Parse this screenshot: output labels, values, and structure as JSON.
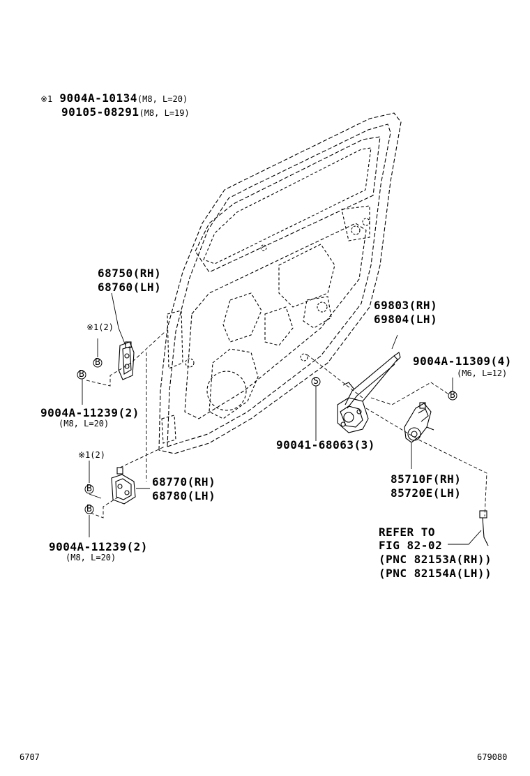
{
  "bolt_note": {
    "mark": "※1",
    "line1_part": "9004A-10134",
    "line1_spec": "(M8, L=20)",
    "line2_part": "90105-08291",
    "line2_spec": "(M8, L=19)"
  },
  "upper_hinge": {
    "rh": "68750(RH)",
    "lh": "68760(LH)",
    "bolt_ref": "※1(2)",
    "bolt_part": "9004A-11239(2)",
    "bolt_spec": "(M8, L=20)"
  },
  "lower_hinge": {
    "rh": "68770(RH)",
    "lh": "68780(LH)",
    "bolt_ref": "※1(2)",
    "bolt_part": "9004A-11239(2)",
    "bolt_spec": "(M8, L=20)"
  },
  "regulator": {
    "rh": "69803(RH)",
    "lh": "69804(LH)",
    "screw_part": "90041-68063(3)"
  },
  "motor_bolt": {
    "part": "9004A-11309(4)",
    "spec": "(M6, L=12)"
  },
  "motor": {
    "rh": "85710F(RH)",
    "lh": "85720E(LH)"
  },
  "refer": {
    "line1": "REFER TO",
    "line2": "FIG 82-02",
    "line3": "(PNC 82153A(RH))",
    "line4": "(PNC 82154A(LH))"
  },
  "markers": {
    "b": "B",
    "s": "S"
  },
  "footer": {
    "left": "6707",
    "right": "679080"
  }
}
